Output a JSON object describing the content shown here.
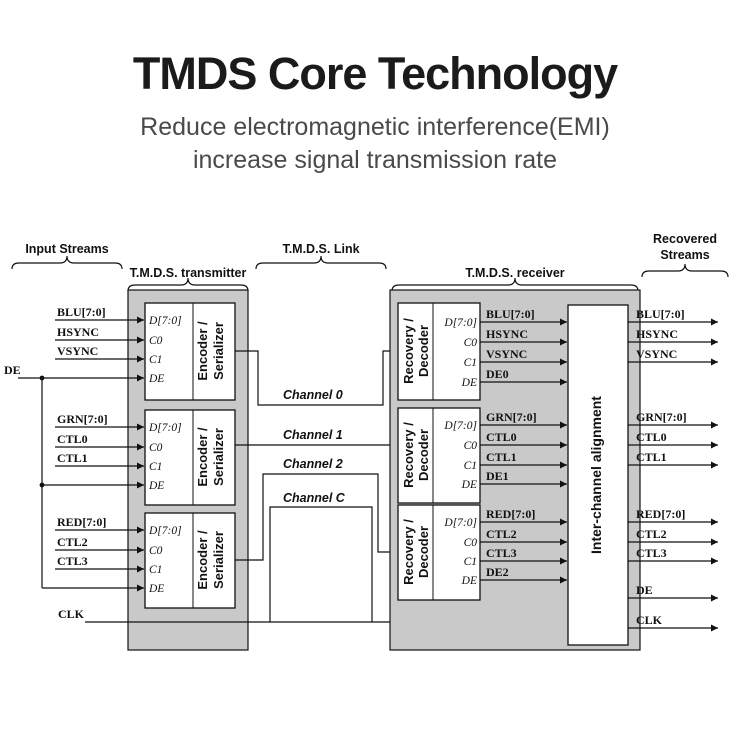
{
  "header": {
    "title": "TMDS Core Technology",
    "subtitle_line1": "Reduce electromagnetic interference(EMI)",
    "subtitle_line2": "increase signal transmission rate"
  },
  "sections": {
    "input_streams": "Input Streams",
    "transmitter": "T.M.D.S. transmitter",
    "link": "T.M.D.S. Link",
    "receiver": "T.M.D.S. receiver",
    "recovered_line1": "Recovered",
    "recovered_line2": "Streams"
  },
  "blocks": {
    "encoder_line1": "Encoder /",
    "encoder_line2": "Serializer",
    "decoder_line1": "Recovery /",
    "decoder_line2": "Decoder",
    "alignment": "Inter-channel alignment"
  },
  "ports": {
    "d": "D[7:0]",
    "c0": "C0",
    "c1": "C1",
    "de": "DE",
    "de0": "DE0",
    "de1": "DE1",
    "de2": "DE2"
  },
  "channels": {
    "ch0": "Channel 0",
    "ch1": "Channel 1",
    "ch2": "Channel 2",
    "chc": "Channel C"
  },
  "signals": {
    "blu": "BLU[7:0]",
    "hsync": "HSYNC",
    "vsync": "VSYNC",
    "grn": "GRN[7:0]",
    "ctl0": "CTL0",
    "ctl1": "CTL1",
    "red": "RED[7:0]",
    "ctl2": "CTL2",
    "ctl3": "CTL3",
    "de": "DE",
    "clk": "CLK"
  },
  "colors": {
    "title": "#1b1b1b",
    "subtitle": "#4a4a4a",
    "panel_gray": "#c9c9c9",
    "line": "#111111"
  }
}
